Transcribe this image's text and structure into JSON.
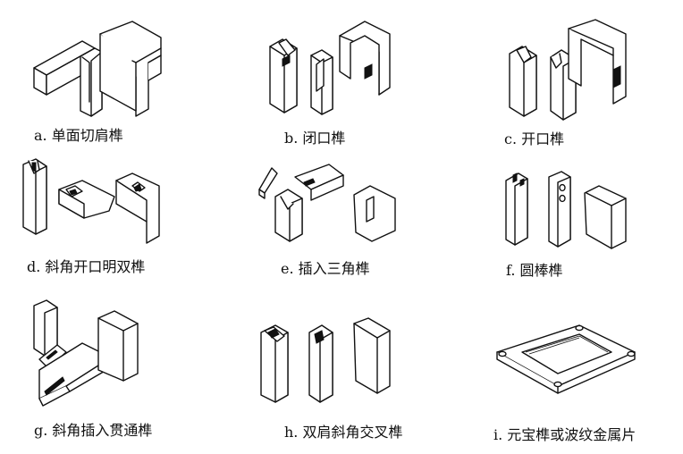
{
  "figure": {
    "panels": [
      {
        "label": "a. 单面切肩榫"
      },
      {
        "label": "b. 闭口榫"
      },
      {
        "label": "c. 开口榫"
      },
      {
        "label": "d. 斜角开口明双榫"
      },
      {
        "label": "e. 插入三角榫"
      },
      {
        "label": "f. 圆棒榫"
      },
      {
        "label": "g. 斜角插入贯通榫"
      },
      {
        "label": "h. 双肩斜角交叉榫"
      },
      {
        "label": "i. 元宝榫或波纹金属片"
      }
    ]
  }
}
